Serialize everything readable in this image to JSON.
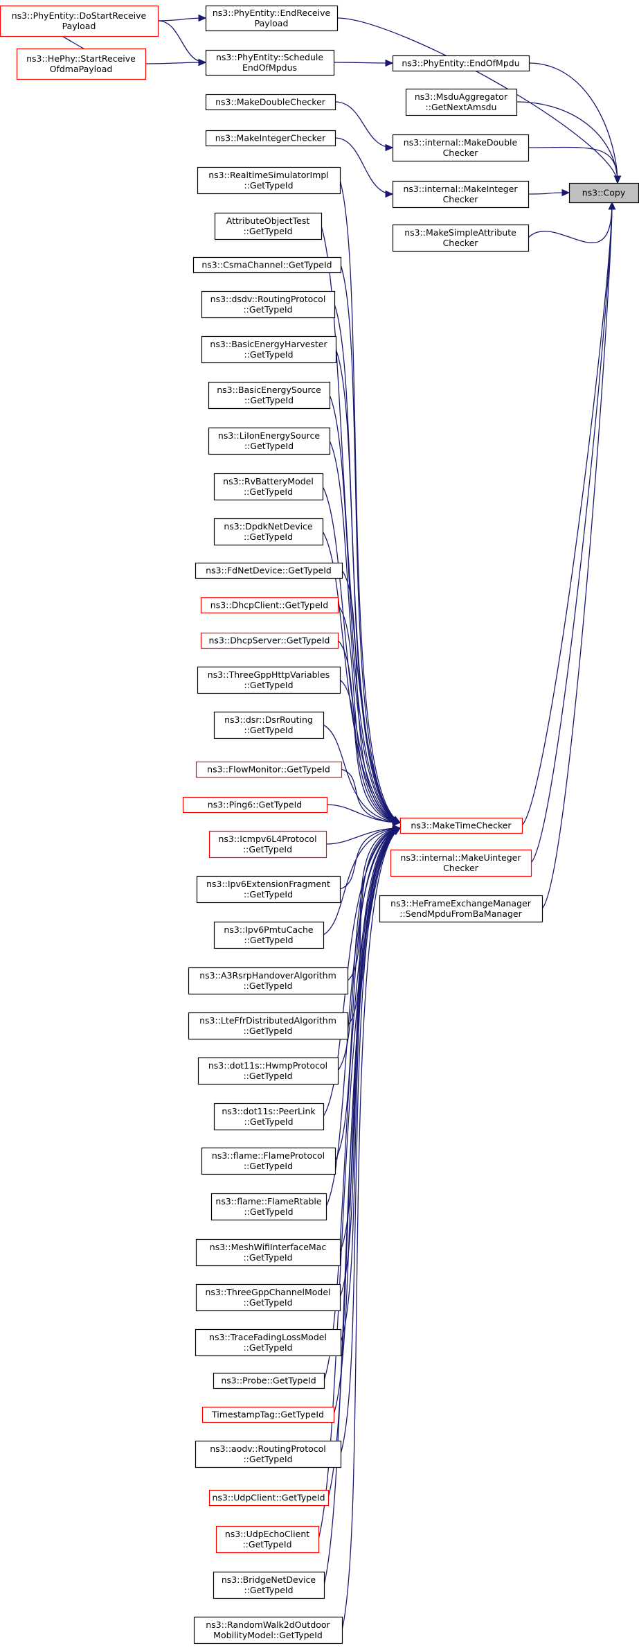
{
  "colors": {
    "edge": "#191970",
    "node_border": "#000000",
    "highlight_border": "#ff0000",
    "focus_fill": "#bfbfbf"
  },
  "nodes": [
    {
      "id": "copy",
      "lines": [
        "ns3::Copy"
      ],
      "style": "gray"
    },
    {
      "id": "doStart",
      "lines": [
        "ns3::PhyEntity::DoStartReceive",
        "Payload"
      ],
      "style": "red"
    },
    {
      "id": "heStart",
      "lines": [
        "ns3::HePhy::StartReceive",
        "OfdmaPayload"
      ],
      "style": "red"
    },
    {
      "id": "endRecv",
      "lines": [
        "ns3::PhyEntity::EndReceive",
        "Payload"
      ],
      "style": "black"
    },
    {
      "id": "schedEnd",
      "lines": [
        "ns3::PhyEntity::Schedule",
        "EndOfMpdus"
      ],
      "style": "black"
    },
    {
      "id": "endOfMpdu",
      "lines": [
        "ns3::PhyEntity::EndOfMpdu"
      ],
      "style": "black"
    },
    {
      "id": "msdu",
      "lines": [
        "ns3::MsduAggregator",
        "::GetNextAmsdu"
      ],
      "style": "black"
    },
    {
      "id": "mkDoubleChk",
      "lines": [
        "ns3::MakeDoubleChecker"
      ],
      "style": "black"
    },
    {
      "id": "mkIntChk",
      "lines": [
        "ns3::MakeIntegerChecker"
      ],
      "style": "black"
    },
    {
      "id": "intDouble",
      "lines": [
        "ns3::internal::MakeDouble",
        "Checker"
      ],
      "style": "black"
    },
    {
      "id": "intInteger",
      "lines": [
        "ns3::internal::MakeInteger",
        "Checker"
      ],
      "style": "black"
    },
    {
      "id": "simpleAttr",
      "lines": [
        "ns3::MakeSimpleAttribute",
        "Checker"
      ],
      "style": "black"
    },
    {
      "id": "timeChecker",
      "lines": [
        "ns3::MakeTimeChecker"
      ],
      "style": "red"
    },
    {
      "id": "intUinteger",
      "lines": [
        "ns3::internal::MakeUinteger",
        "Checker"
      ],
      "style": "red"
    },
    {
      "id": "heFrame",
      "lines": [
        "ns3::HeFrameExchangeManager",
        "::SendMpduFromBaManager"
      ],
      "style": "black"
    },
    {
      "id": "l0",
      "lines": [
        "ns3::RealtimeSimulatorImpl",
        "::GetTypeId"
      ],
      "style": "black"
    },
    {
      "id": "l1",
      "lines": [
        "AttributeObjectTest",
        "::GetTypeId"
      ],
      "style": "black"
    },
    {
      "id": "l2",
      "lines": [
        "ns3::CsmaChannel::GetTypeId"
      ],
      "style": "black"
    },
    {
      "id": "l3",
      "lines": [
        "ns3::dsdv::RoutingProtocol",
        "::GetTypeId"
      ],
      "style": "black"
    },
    {
      "id": "l4",
      "lines": [
        "ns3::BasicEnergyHarvester",
        "::GetTypeId"
      ],
      "style": "black"
    },
    {
      "id": "l5",
      "lines": [
        "ns3::BasicEnergySource",
        "::GetTypeId"
      ],
      "style": "black"
    },
    {
      "id": "l6",
      "lines": [
        "ns3::LiIonEnergySource",
        "::GetTypeId"
      ],
      "style": "black"
    },
    {
      "id": "l7",
      "lines": [
        "ns3::RvBatteryModel",
        "::GetTypeId"
      ],
      "style": "black"
    },
    {
      "id": "l8",
      "lines": [
        "ns3::DpdkNetDevice",
        "::GetTypeId"
      ],
      "style": "black"
    },
    {
      "id": "l9",
      "lines": [
        "ns3::FdNetDevice::GetTypeId"
      ],
      "style": "black"
    },
    {
      "id": "l10",
      "lines": [
        "ns3::DhcpClient::GetTypeId"
      ],
      "style": "red"
    },
    {
      "id": "l11",
      "lines": [
        "ns3::DhcpServer::GetTypeId"
      ],
      "style": "red"
    },
    {
      "id": "l12",
      "lines": [
        "ns3::ThreeGppHttpVariables",
        "::GetTypeId"
      ],
      "style": "black"
    },
    {
      "id": "l13",
      "lines": [
        "ns3::dsr::DsrRouting",
        "::GetTypeId"
      ],
      "style": "black"
    },
    {
      "id": "l14",
      "lines": [
        "ns3::FlowMonitor::GetTypeId"
      ],
      "style": "red"
    },
    {
      "id": "l15",
      "lines": [
        "ns3::Ping6::GetTypeId"
      ],
      "style": "red"
    },
    {
      "id": "l16",
      "lines": [
        "ns3::Icmpv6L4Protocol",
        "::GetTypeId"
      ],
      "style": "red"
    },
    {
      "id": "l17",
      "lines": [
        "ns3::Ipv6ExtensionFragment",
        "::GetTypeId"
      ],
      "style": "black"
    },
    {
      "id": "l18",
      "lines": [
        "ns3::Ipv6PmtuCache",
        "::GetTypeId"
      ],
      "style": "black"
    },
    {
      "id": "l19",
      "lines": [
        "ns3::A3RsrpHandoverAlgorithm",
        "::GetTypeId"
      ],
      "style": "black"
    },
    {
      "id": "l20",
      "lines": [
        "ns3::LteFfrDistributedAlgorithm",
        "::GetTypeId"
      ],
      "style": "black"
    },
    {
      "id": "l21",
      "lines": [
        "ns3::dot11s::HwmpProtocol",
        "::GetTypeId"
      ],
      "style": "black"
    },
    {
      "id": "l22",
      "lines": [
        "ns3::dot11s::PeerLink",
        "::GetTypeId"
      ],
      "style": "black"
    },
    {
      "id": "l23",
      "lines": [
        "ns3::flame::FlameProtocol",
        "::GetTypeId"
      ],
      "style": "black"
    },
    {
      "id": "l24",
      "lines": [
        "ns3::flame::FlameRtable",
        "::GetTypeId"
      ],
      "style": "black"
    },
    {
      "id": "l25",
      "lines": [
        "ns3::MeshWifiInterfaceMac",
        "::GetTypeId"
      ],
      "style": "black"
    },
    {
      "id": "l26",
      "lines": [
        "ns3::ThreeGppChannelModel",
        "::GetTypeId"
      ],
      "style": "black"
    },
    {
      "id": "l27",
      "lines": [
        "ns3::TraceFadingLossModel",
        "::GetTypeId"
      ],
      "style": "black"
    },
    {
      "id": "l28",
      "lines": [
        "ns3::Probe::GetTypeId"
      ],
      "style": "black"
    },
    {
      "id": "l29",
      "lines": [
        "TimestampTag::GetTypeId"
      ],
      "style": "red"
    },
    {
      "id": "l30",
      "lines": [
        "ns3::aodv::RoutingProtocol",
        "::GetTypeId"
      ],
      "style": "black"
    },
    {
      "id": "l31",
      "lines": [
        "ns3::UdpClient::GetTypeId"
      ],
      "style": "red"
    },
    {
      "id": "l32",
      "lines": [
        "ns3::UdpEchoClient",
        "::GetTypeId"
      ],
      "style": "red"
    },
    {
      "id": "l33",
      "lines": [
        "ns3::BridgeNetDevice",
        "::GetTypeId"
      ],
      "style": "black"
    },
    {
      "id": "l34",
      "lines": [
        "ns3::RandomWalk2dOutdoor",
        "MobilityModel::GetTypeId"
      ],
      "style": "black"
    }
  ],
  "edges": [
    {
      "from": "heStart",
      "to": "doStart"
    },
    {
      "from": "heStart",
      "to": "schedEnd"
    },
    {
      "from": "doStart",
      "to": "endRecv"
    },
    {
      "from": "doStart",
      "to": "schedEnd"
    },
    {
      "from": "schedEnd",
      "to": "endOfMpdu"
    },
    {
      "from": "endRecv",
      "to": "copy"
    },
    {
      "from": "endOfMpdu",
      "to": "copy"
    },
    {
      "from": "msdu",
      "to": "copy"
    },
    {
      "from": "mkDoubleChk",
      "to": "intDouble"
    },
    {
      "from": "mkIntChk",
      "to": "intInteger"
    },
    {
      "from": "intDouble",
      "to": "copy"
    },
    {
      "from": "intInteger",
      "to": "copy"
    },
    {
      "from": "simpleAttr",
      "to": "copy"
    },
    {
      "from": "timeChecker",
      "to": "copy"
    },
    {
      "from": "intUinteger",
      "to": "copy"
    },
    {
      "from": "heFrame",
      "to": "copy"
    },
    {
      "from": "l0",
      "to": "timeChecker"
    },
    {
      "from": "l1",
      "to": "timeChecker"
    },
    {
      "from": "l2",
      "to": "timeChecker"
    },
    {
      "from": "l3",
      "to": "timeChecker"
    },
    {
      "from": "l4",
      "to": "timeChecker"
    },
    {
      "from": "l5",
      "to": "timeChecker"
    },
    {
      "from": "l6",
      "to": "timeChecker"
    },
    {
      "from": "l7",
      "to": "timeChecker"
    },
    {
      "from": "l8",
      "to": "timeChecker"
    },
    {
      "from": "l9",
      "to": "timeChecker"
    },
    {
      "from": "l10",
      "to": "timeChecker"
    },
    {
      "from": "l11",
      "to": "timeChecker"
    },
    {
      "from": "l12",
      "to": "timeChecker"
    },
    {
      "from": "l13",
      "to": "timeChecker"
    },
    {
      "from": "l14",
      "to": "timeChecker"
    },
    {
      "from": "l15",
      "to": "timeChecker"
    },
    {
      "from": "l16",
      "to": "timeChecker"
    },
    {
      "from": "l17",
      "to": "timeChecker"
    },
    {
      "from": "l18",
      "to": "timeChecker"
    },
    {
      "from": "l19",
      "to": "timeChecker"
    },
    {
      "from": "l20",
      "to": "timeChecker"
    },
    {
      "from": "l21",
      "to": "timeChecker"
    },
    {
      "from": "l22",
      "to": "timeChecker"
    },
    {
      "from": "l23",
      "to": "timeChecker"
    },
    {
      "from": "l24",
      "to": "timeChecker"
    },
    {
      "from": "l25",
      "to": "timeChecker"
    },
    {
      "from": "l26",
      "to": "timeChecker"
    },
    {
      "from": "l27",
      "to": "timeChecker"
    },
    {
      "from": "l28",
      "to": "timeChecker"
    },
    {
      "from": "l29",
      "to": "timeChecker"
    },
    {
      "from": "l30",
      "to": "timeChecker"
    },
    {
      "from": "l31",
      "to": "timeChecker"
    },
    {
      "from": "l32",
      "to": "timeChecker"
    },
    {
      "from": "l33",
      "to": "timeChecker"
    },
    {
      "from": "l34",
      "to": "timeChecker"
    }
  ]
}
